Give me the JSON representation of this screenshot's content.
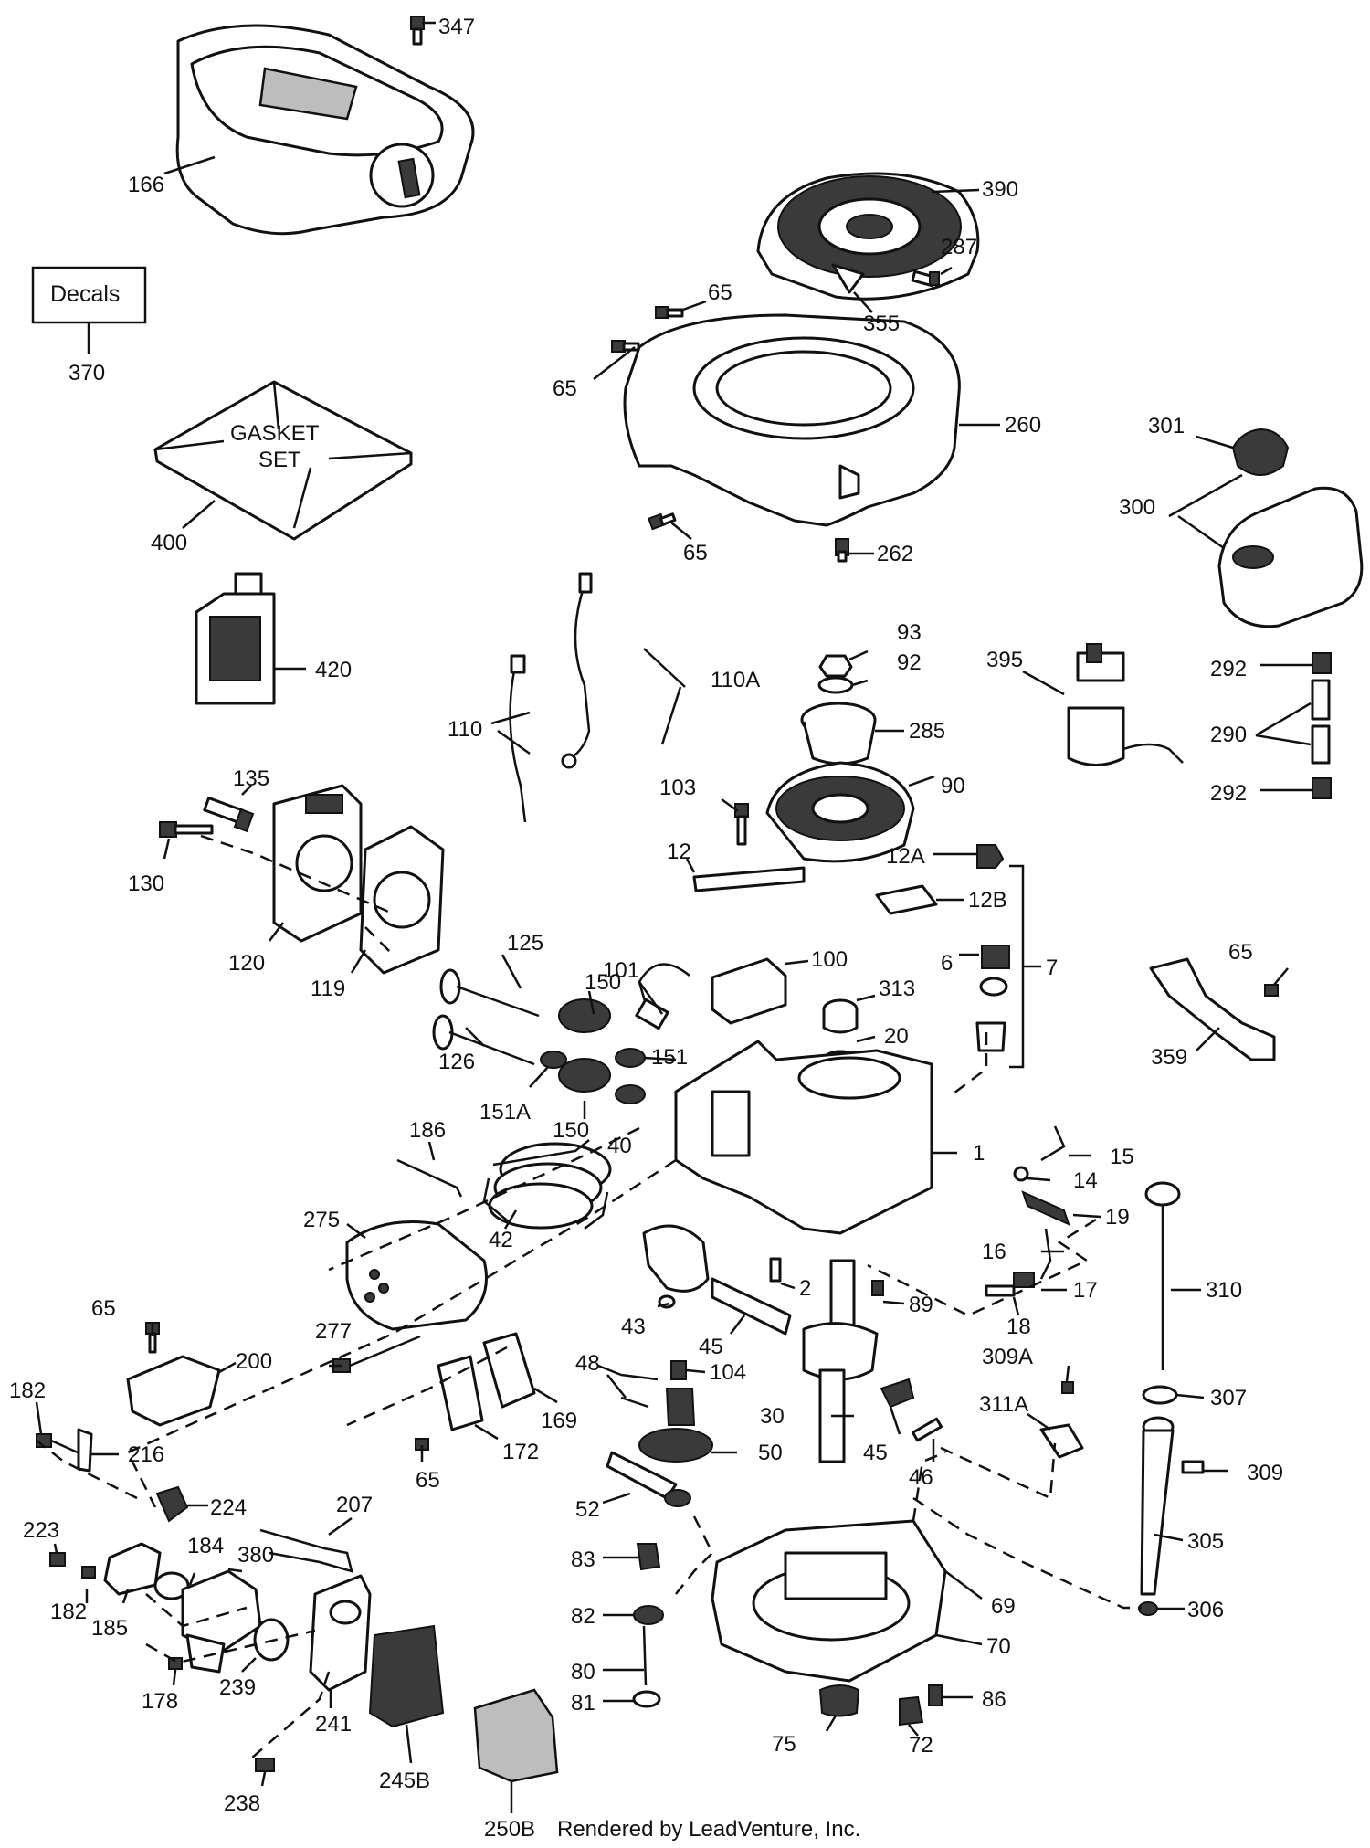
{
  "decals_label": "Decals",
  "gasket_set_line1": "GASKET",
  "gasket_set_line2": "SET",
  "credit_number": "250B",
  "credit": "Rendered by LeadVenture, Inc.",
  "labels": {
    "p347": "347",
    "p166": "166",
    "p390": "390",
    "p287": "287",
    "p355": "355",
    "p65a": "65",
    "p65b": "65",
    "p260": "260",
    "p65c": "65",
    "p262": "262",
    "p370": "370",
    "p400": "400",
    "p301": "301",
    "p300": "300",
    "p420": "420",
    "p110a": "110A",
    "p93": "93",
    "p92": "92",
    "p285": "285",
    "p395": "395",
    "p292a": "292",
    "p290": "290",
    "p292b": "292",
    "p110": "110",
    "p90": "90",
    "p103": "103",
    "p135": "135",
    "p130": "130",
    "p12": "12",
    "p12a": "12A",
    "p12b": "12B",
    "p120": "120",
    "p119": "119",
    "p101": "101",
    "p100": "100",
    "p6": "6",
    "p7": "7",
    "p65d": "65",
    "p125": "125",
    "p150a": "150",
    "p313": "313",
    "p20": "20",
    "p126": "126",
    "p151": "151",
    "p151a": "151A",
    "p150b": "150",
    "p359": "359",
    "p186": "186",
    "p40": "40",
    "p1": "1",
    "p15": "15",
    "p14": "14",
    "p42": "42",
    "p275": "275",
    "p19": "19",
    "p16": "16",
    "p2": "2",
    "p17": "17",
    "p310": "310",
    "p89": "89",
    "p18": "18",
    "p65e": "65",
    "p43": "43",
    "p45a": "45",
    "p277": "277",
    "p200": "200",
    "p309a": "309A",
    "p48": "48",
    "p104": "104",
    "p307": "307",
    "p311a": "311A",
    "p182a": "182",
    "p30": "30",
    "p45b": "45",
    "p169": "169",
    "p216": "216",
    "p172": "172",
    "p50": "50",
    "p46": "46",
    "p309": "309",
    "p65f": "65",
    "p52": "52",
    "p224": "224",
    "p207": "207",
    "p305": "305",
    "p223": "223",
    "p184": "184",
    "p380": "380",
    "p83": "83",
    "p69": "69",
    "p182b": "182",
    "p185": "185",
    "p82": "82",
    "p306": "306",
    "p70": "70",
    "p80": "80",
    "p178": "178",
    "p239": "239",
    "p81": "81",
    "p86": "86",
    "p75": "75",
    "p72": "72",
    "p241": "241",
    "p245b": "245B",
    "p238": "238"
  }
}
